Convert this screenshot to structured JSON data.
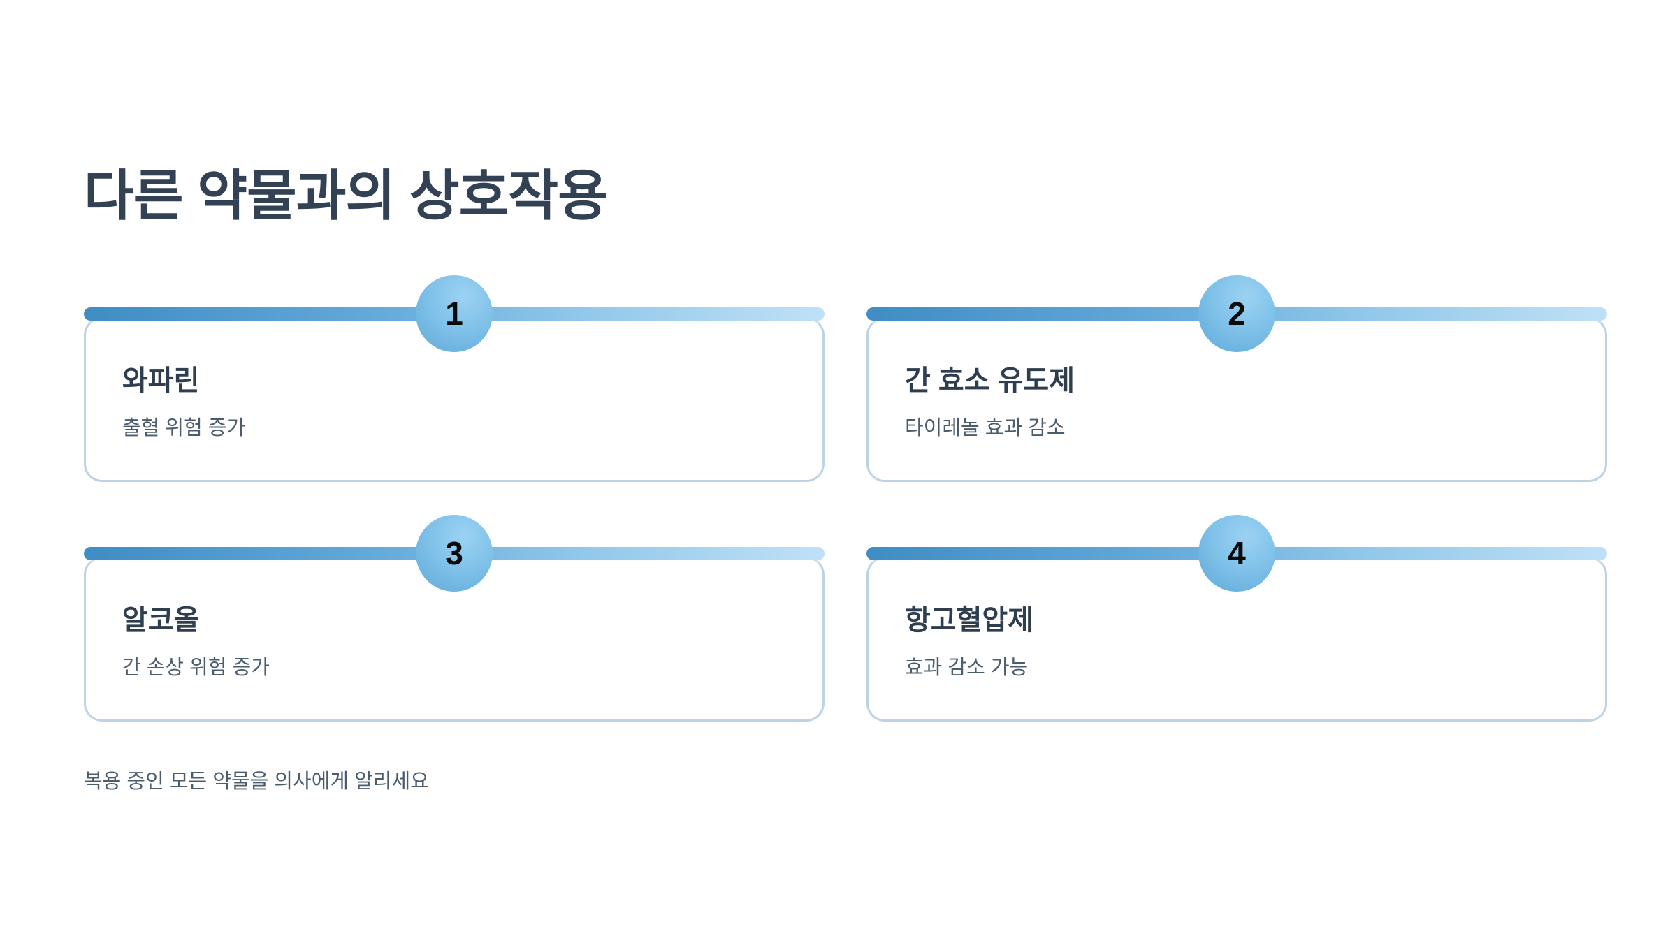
{
  "page": {
    "title": "다른 약물과의 상호작용",
    "footnote": "복용 중인 모든 약물을 의사에게 알리세요",
    "background_color": "#ffffff",
    "title_color": "#334155",
    "accent_color_dark": "#3f8dc4",
    "accent_color_light": "#bfe1f7",
    "border_color": "#bdd2e2"
  },
  "cards": [
    {
      "number": "1",
      "title": "와파린",
      "description": "출혈 위험 증가"
    },
    {
      "number": "2",
      "title": "간 효소 유도제",
      "description": "타이레놀 효과 감소"
    },
    {
      "number": "3",
      "title": "알코올",
      "description": "간 손상 위험 증가"
    },
    {
      "number": "4",
      "title": "항고혈압제",
      "description": "효과 감소 가능"
    }
  ]
}
